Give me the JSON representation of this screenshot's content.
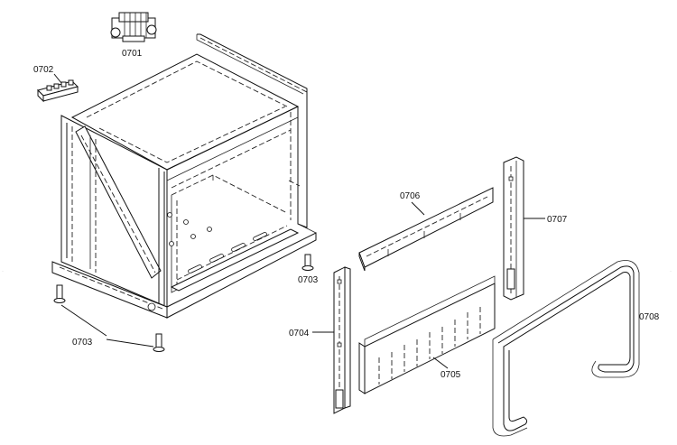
{
  "parts": {
    "p0701": "0701",
    "p0702": "0702",
    "p0703a": "0703",
    "p0703b": "0703",
    "p0704": "0704",
    "p0705": "0705",
    "p0706": "0706",
    "p0707": "0707",
    "p0708": "0708"
  },
  "icons": {
    "blower": "fan-motor-icon",
    "connector": "terminal-block-icon",
    "cabinet": "oven-cabinet-frame",
    "foot": "leveling-foot-icon",
    "side_trim_left": "side-trim-panel",
    "lower_panel": "vented-lower-panel",
    "top_trim": "top-trim-panel",
    "side_trim_right": "side-trim-panel",
    "handle": "bar-handle-icon"
  }
}
